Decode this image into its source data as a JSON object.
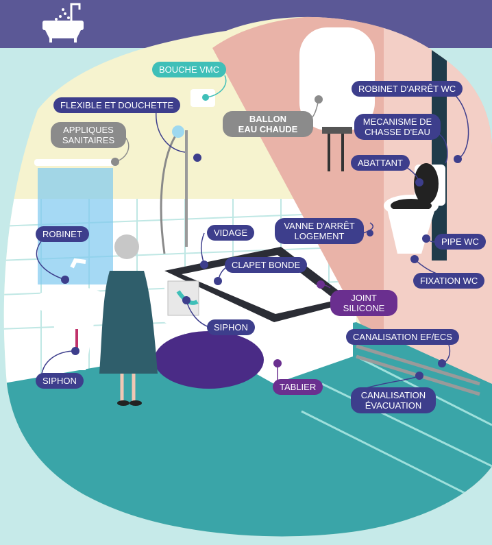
{
  "colors": {
    "navy": "#3d3e8c",
    "purple": "#6a2f8f",
    "teal": "#3fbfb8",
    "grey": "#8b8b8b",
    "floor": "#3aa5a8",
    "wall_cream": "#f6f3cf",
    "wall_pink": "#f2c9c0"
  },
  "icon": "bathtub-icon",
  "labels": {
    "bouche_vmc": "BOUCHE VMC",
    "flexible": "FLEXIBLE ET DOUCHETTE",
    "appliques_1": "APPLIQUES",
    "appliques_2": "SANITAIRES",
    "ballon_1": "BALLON",
    "ballon_2": "EAU CHAUDE",
    "robinet_arret_wc": "ROBINET D'ARRÊT WC",
    "mecanisme_1": "MECANISME DE",
    "mecanisme_2": "CHASSE D'EAU",
    "abattant": "ABATTANT",
    "robinet": "ROBINET",
    "vidage": "VIDAGE",
    "vanne_1": "VANNE D'ARRÊT",
    "vanne_2": "LOGEMENT",
    "clapet": "CLAPET BONDE",
    "pipe_wc": "PIPE WC",
    "fixation_wc": "FIXATION WC",
    "joint_1": "JOINT",
    "joint_2": "SILICONE",
    "siphon_bath": "SIPHON",
    "canalisation_ef": "CANALISATION EF/ECS",
    "siphon_sink": "SIPHON",
    "tablier": "TABLIER",
    "canalisation_evac_1": "CANALISATION",
    "canalisation_evac_2": "ÉVACUATION"
  }
}
